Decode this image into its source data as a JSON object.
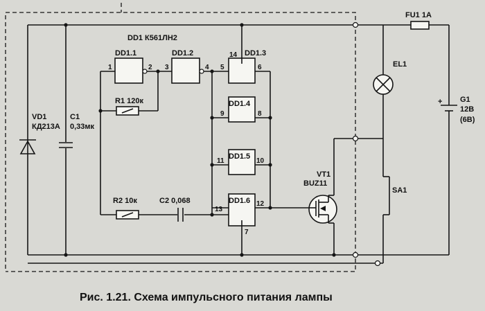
{
  "diagram": {
    "caption": "Рис. 1.21. Схема импульсного питания лампы",
    "ic": "DD1 К561ЛН2",
    "gates": [
      "DD1.1",
      "DD1.2",
      "DD1.3",
      "DD1.4",
      "DD1.5",
      "DD1.6"
    ],
    "pins": [
      "1",
      "2",
      "3",
      "4",
      "5",
      "6",
      "9",
      "8",
      "11",
      "10",
      "13",
      "12",
      "14",
      "7"
    ],
    "r1": "R1 120к",
    "r2": "R2 10к",
    "c2": "C2 0,068",
    "vd1_ref": "VD1",
    "vd1_type": "КД213А",
    "c1_ref": "C1",
    "c1_val": "0,33мк",
    "vt1_ref": "VT1",
    "vt1_type": "BUZ11",
    "fu1": "FU1 1A",
    "el1": "EL1",
    "g1_ref": "G1",
    "g1_v1": "12В",
    "g1_v2": "(6В)",
    "sa1": "SA1",
    "plus": "+"
  }
}
